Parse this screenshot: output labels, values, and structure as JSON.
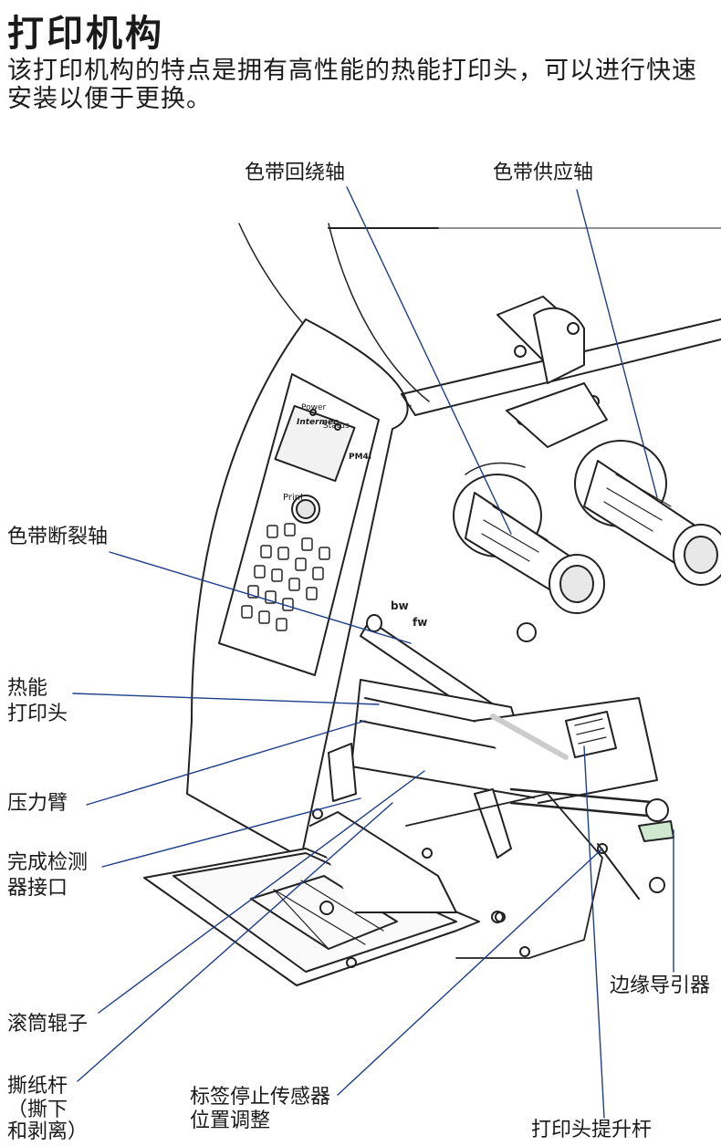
{
  "page": {
    "title": "打印机构",
    "intro": "该打印机构的特点是拥有高性能的热能打印头，可以进行快速安装以便于更换。"
  },
  "panel": {
    "status_a": "Power",
    "status_b": "Status",
    "brand": "Intermec",
    "model_label": "PM4i",
    "print_label": "Print",
    "fw": "fw",
    "bw": "bw"
  },
  "callouts": {
    "rewind_spindle": "色带回绕轴",
    "supply_spindle": "色带供应轴",
    "break_shaft": "色带断裂轴",
    "printhead_1": "热能",
    "printhead_2": "打印头",
    "pressure_arm": "压力臂",
    "detect_1": "完成检测",
    "detect_2": "器接口",
    "platen_roller": "滚筒辊子",
    "tearbar_1": "撕纸杆",
    "tearbar_2": "（撕下",
    "tearbar_3": "和剥离）",
    "sensor_1": "标签停止传感器",
    "sensor_2": "位置调整",
    "edge_guide": "边缘导引器",
    "lift_lever": "打印头提升杆"
  }
}
